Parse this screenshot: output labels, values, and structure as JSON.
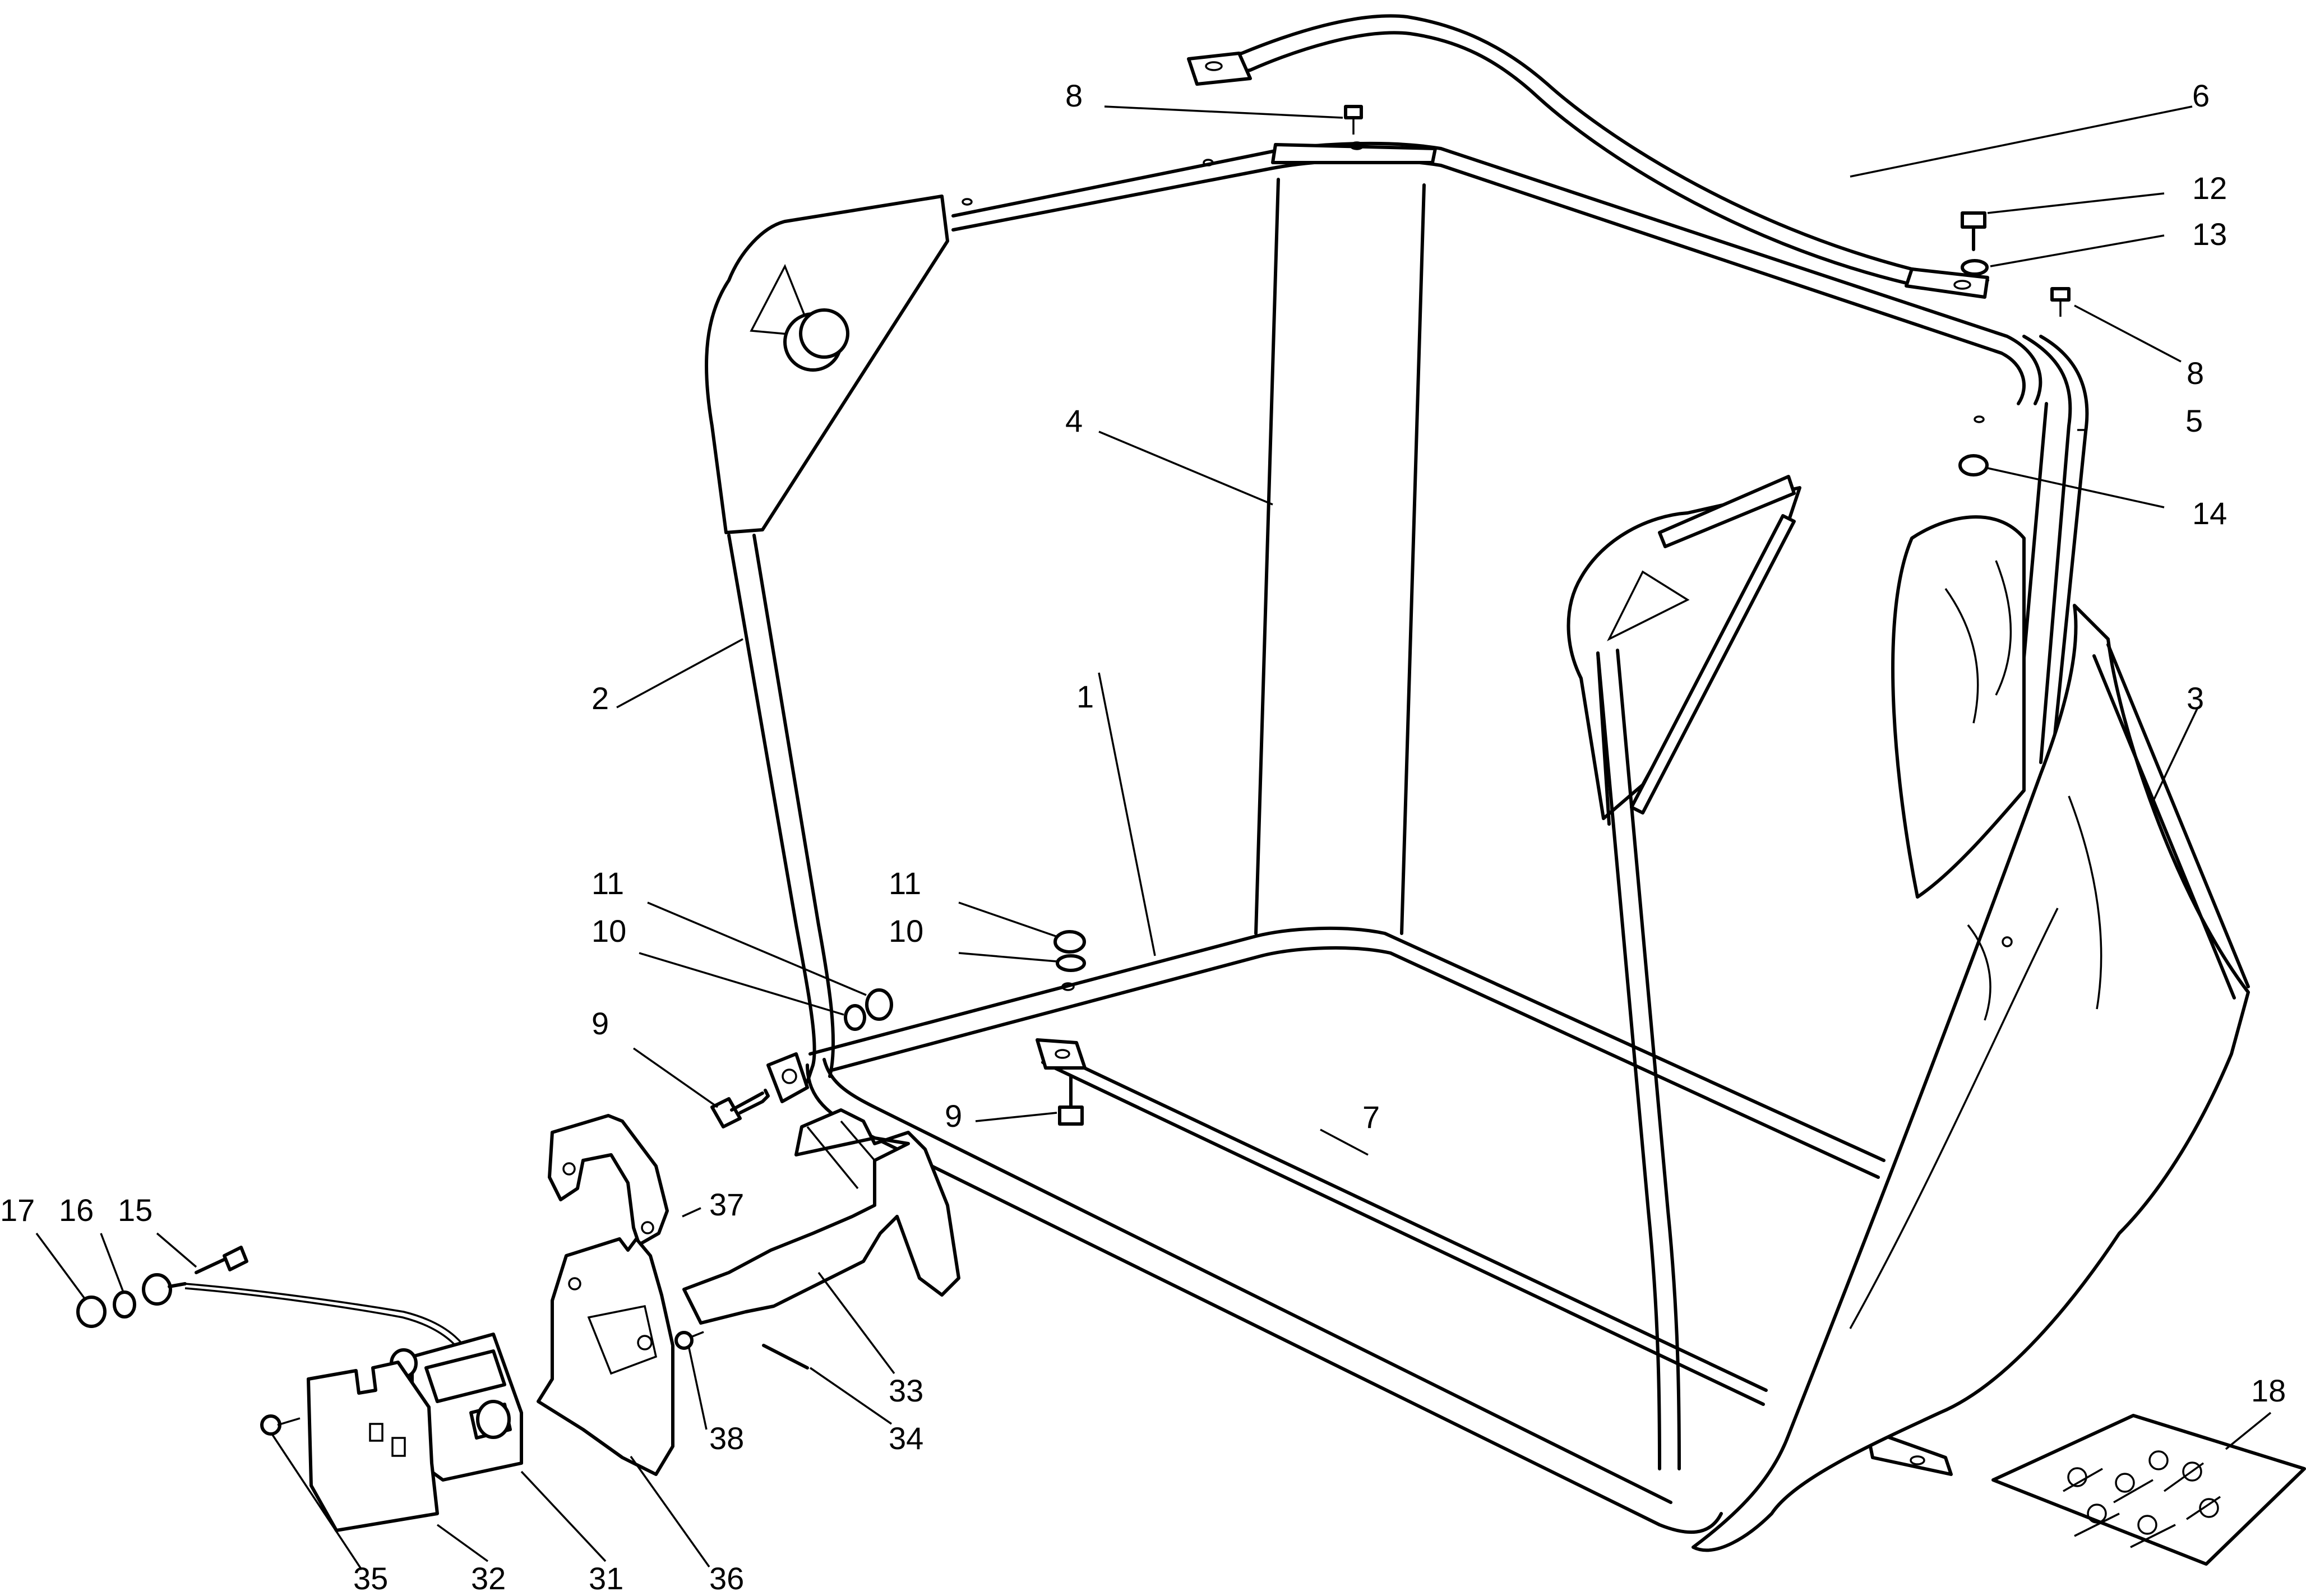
{
  "callouts": [
    {
      "id": "c1",
      "text": "1"
    },
    {
      "id": "c2",
      "text": "2"
    },
    {
      "id": "c3",
      "text": "3"
    },
    {
      "id": "c4",
      "text": "4"
    },
    {
      "id": "c5",
      "text": "5"
    },
    {
      "id": "c6",
      "text": "6"
    },
    {
      "id": "c7",
      "text": "7"
    },
    {
      "id": "c8a",
      "text": "8"
    },
    {
      "id": "c8b",
      "text": "8"
    },
    {
      "id": "c9a",
      "text": "9"
    },
    {
      "id": "c9b",
      "text": "9"
    },
    {
      "id": "c10a",
      "text": "10"
    },
    {
      "id": "c10b",
      "text": "10"
    },
    {
      "id": "c11a",
      "text": "11"
    },
    {
      "id": "c11b",
      "text": "11"
    },
    {
      "id": "c12",
      "text": "12"
    },
    {
      "id": "c13",
      "text": "13"
    },
    {
      "id": "c14",
      "text": "14"
    },
    {
      "id": "c15",
      "text": "15"
    },
    {
      "id": "c16",
      "text": "16"
    },
    {
      "id": "c17",
      "text": "17"
    },
    {
      "id": "c18",
      "text": "18"
    },
    {
      "id": "c31",
      "text": "31"
    },
    {
      "id": "c32",
      "text": "32"
    },
    {
      "id": "c33",
      "text": "33"
    },
    {
      "id": "c34",
      "text": "34"
    },
    {
      "id": "c35",
      "text": "35"
    },
    {
      "id": "c36",
      "text": "36"
    },
    {
      "id": "c37",
      "text": "37"
    },
    {
      "id": "c38",
      "text": "38"
    }
  ]
}
